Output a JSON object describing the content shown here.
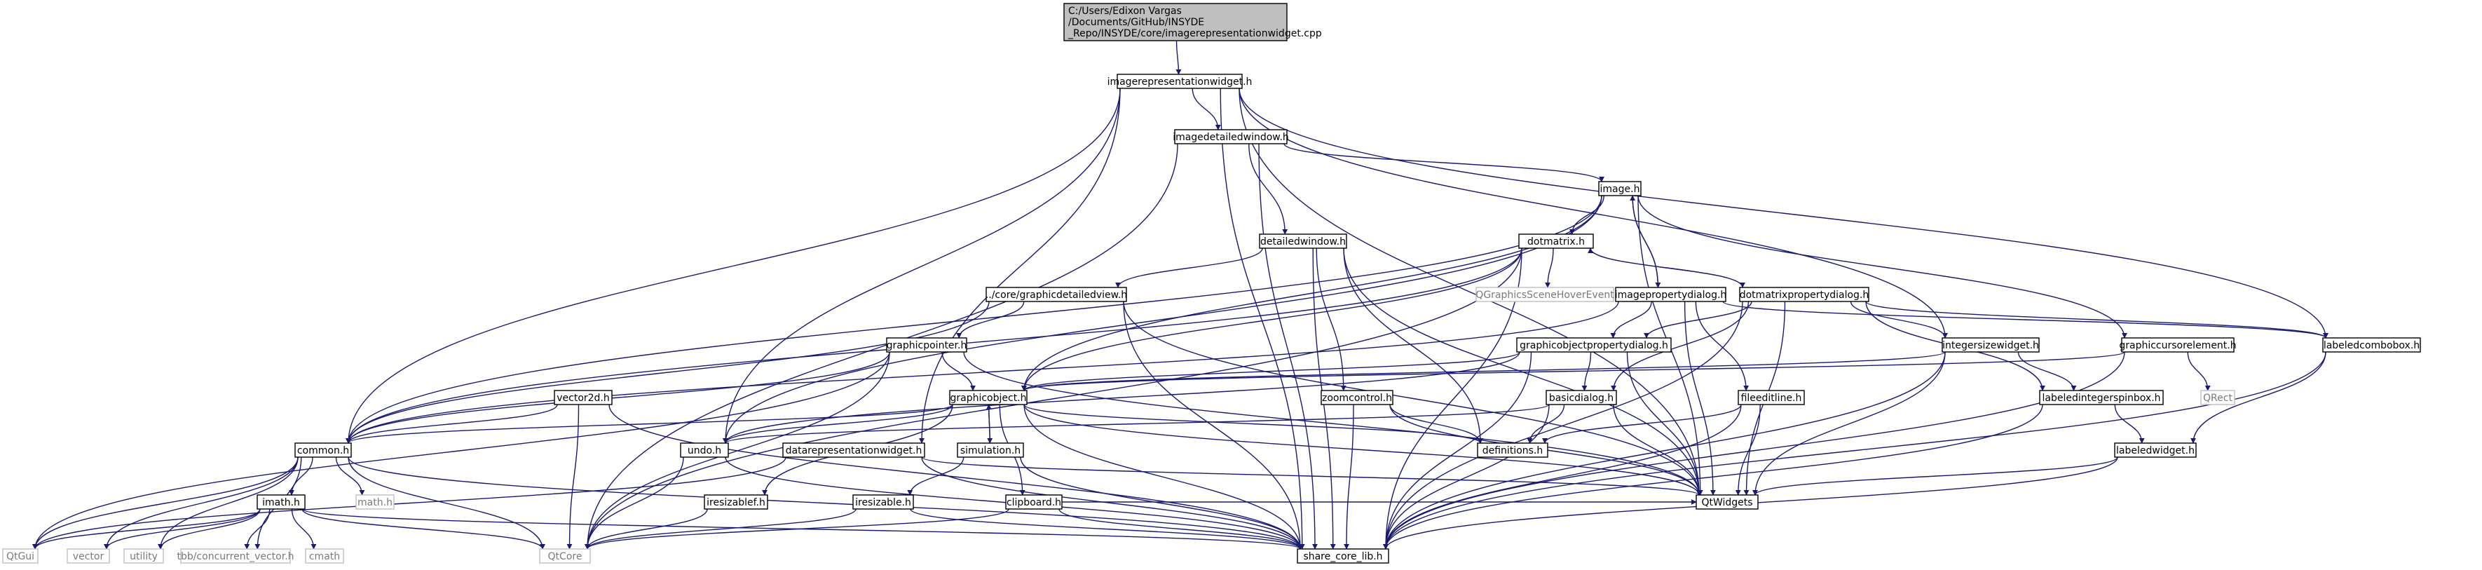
{
  "colors": {
    "edge": "#191970",
    "root_fill": "#bfbfbf",
    "node_fill": "#ffffff",
    "node_border": "#000000",
    "external_border": "#bfbfbf",
    "external_text": "#7a7a7a"
  },
  "nodes": {
    "root": [
      "C:/Users/Edixon Vargas",
      "/Documents/GitHub/INSYDE",
      "_Repo/INSYDE/core/imagerepresentationwidget.cpp"
    ],
    "imagerepresentationwidget": "imagerepresentationwidget.h",
    "imagedetailedwindow": "imagedetailedwindow.h",
    "image": "image.h",
    "detailedwindow": "detailedwindow.h",
    "dotmatrix": "dotmatrix.h",
    "graphicdetailedview": "../core/graphicdetailedview.h",
    "qgraphicsscenehoverevent": "QGraphicsSceneHoverEvent",
    "imagepropertydialog": "imagepropertydialog.h",
    "dotmatrixpropertydialog": "dotmatrixpropertydialog.h",
    "graphicpointer": "graphicpointer.h",
    "graphicobjectpropertydialog": "graphicobjectpropertydialog.h",
    "integersizewidget": "integersizewidget.h",
    "graphiccursorelement": "graphiccursorelement.h",
    "labeledcombobox": "labeledcombobox.h",
    "vector2d": "vector2d.h",
    "graphicobject": "graphicobject.h",
    "zoomcontrol": "zoomcontrol.h",
    "basicdialog": "basicdialog.h",
    "fileeditline": "fileeditline.h",
    "labeledintegerspinbox": "labeledintegerspinbox.h",
    "qrect": "QRect",
    "common": "common.h",
    "undo": "undo.h",
    "datarepresentationwidget": "datarepresentationwidget.h",
    "simulation": "simulation.h",
    "definitions": "definitions.h",
    "labeledwidget": "labeledwidget.h",
    "imath": "imath.h",
    "mathh": "math.h",
    "iresizablef": "iresizablef.h",
    "iresizable": "iresizable.h",
    "clipboard": "clipboard.h",
    "qtwidgets": "QtWidgets",
    "qtgui": "QtGui",
    "vector": "vector",
    "utility": "utility",
    "tbbvector": "tbb/concurrent_vector.h",
    "cmath": "cmath",
    "qtcore": "QtCore",
    "sharecorelib": "share_core_lib.h"
  }
}
